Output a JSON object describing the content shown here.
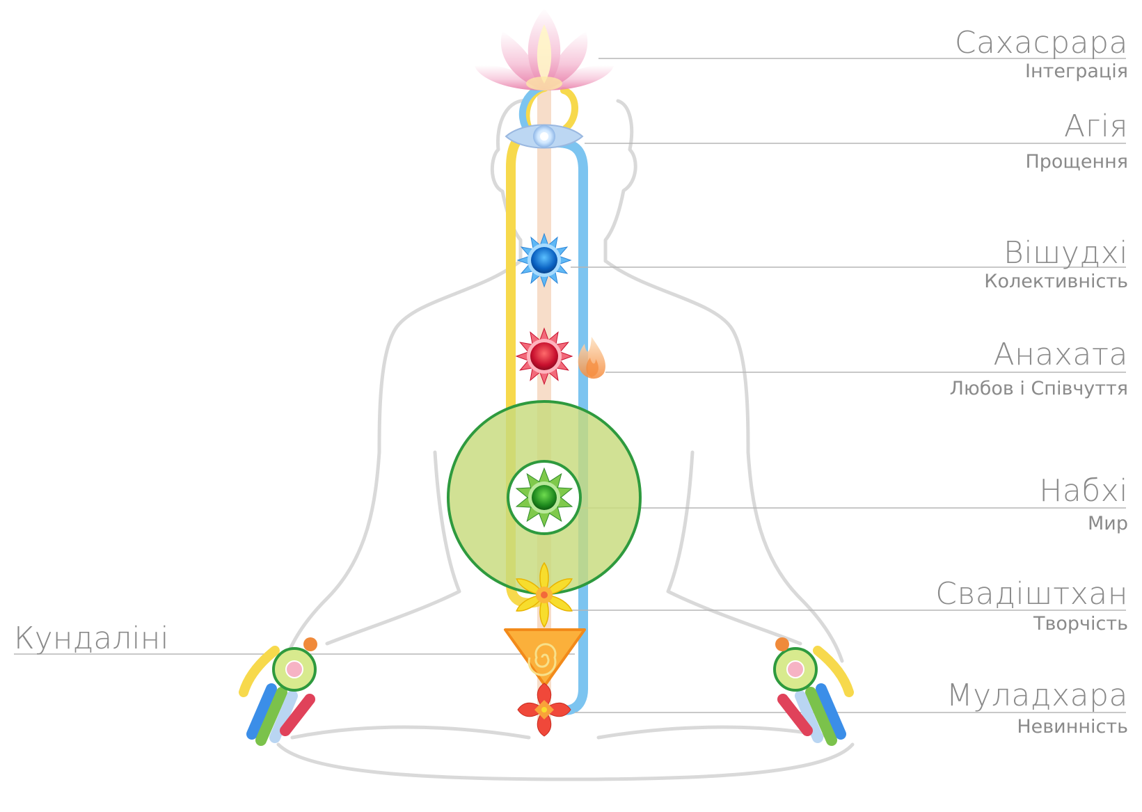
{
  "chakras": [
    {
      "name": "Сахасрара",
      "quality": "Інтеграція"
    },
    {
      "name": "Агія",
      "quality": "Прощення"
    },
    {
      "name": "Вішудхі",
      "quality": "Колективність"
    },
    {
      "name": "Анахата",
      "quality": "Любов і Співчуття"
    },
    {
      "name": "Набхі",
      "quality": "Мир"
    },
    {
      "name": "Свадіштхан",
      "quality": "Творчість"
    },
    {
      "name": "Муладхара",
      "quality": "Невинність"
    }
  ],
  "kundalini": "Кундаліні",
  "colors": {
    "text": "#8a8a8a",
    "left_channel": "#f7d94c",
    "right_channel": "#7cc4f0",
    "central_channel": "#f6d7c0",
    "nabhi_disc": "#c7db7c",
    "nabhi_border": "#2e9a3e"
  }
}
